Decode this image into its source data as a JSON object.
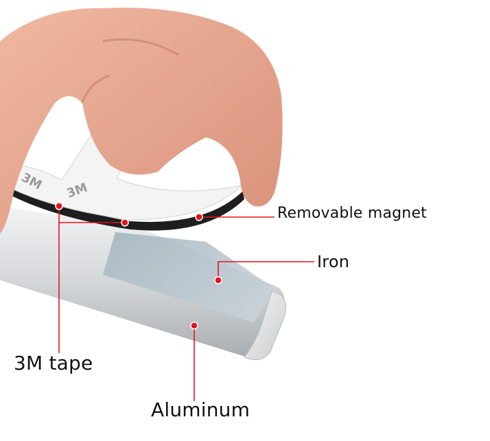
{
  "labels": {
    "removable_magnet": "Removable magnet",
    "iron": "Iron",
    "tape": "3M tape",
    "aluminum": "Aluminum"
  },
  "tape_print": "3M",
  "colors": {
    "callout": "#e3141b",
    "background": "#ffffff",
    "skin": "#e9a892",
    "aluminum": "#d6d9dc",
    "magnet_edge": "#1e1e1e"
  }
}
